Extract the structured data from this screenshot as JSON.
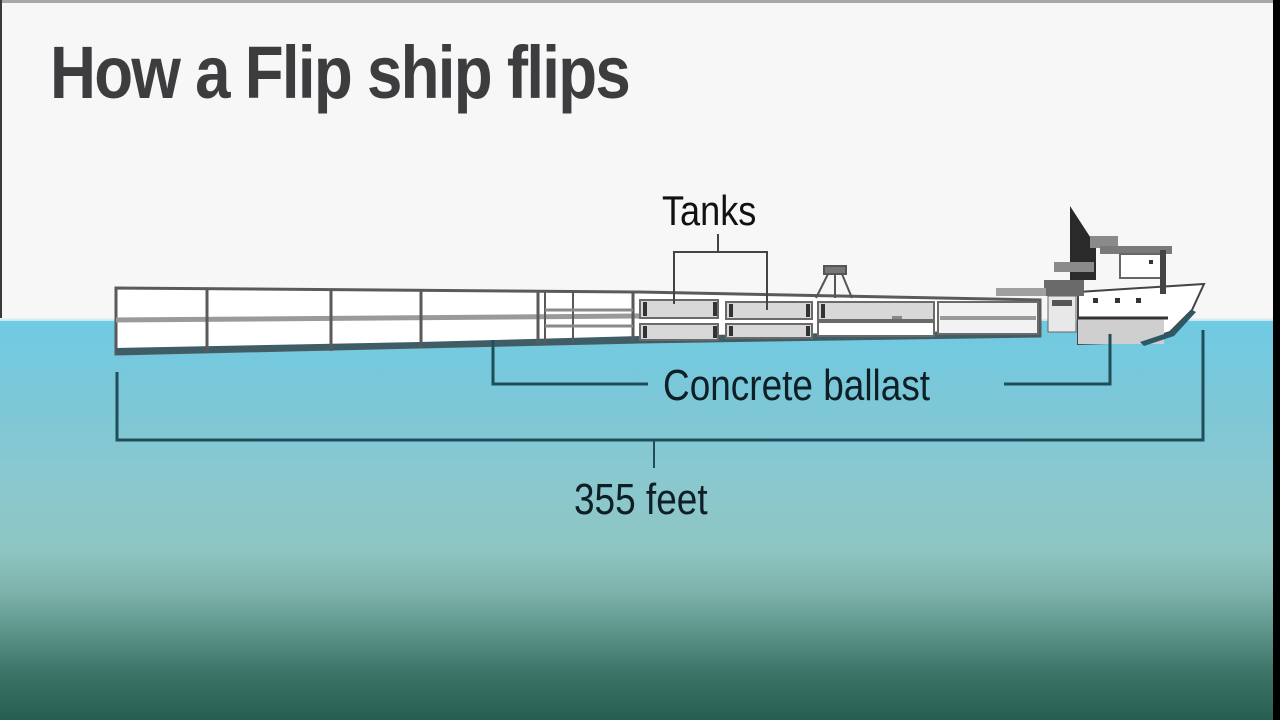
{
  "title": "How a Flip ship flips",
  "annotations": {
    "tanks": "Tanks",
    "concrete_ballast": "Concrete ballast",
    "length": "355 feet"
  },
  "colors": {
    "background": "#f7f7f7",
    "title_text": "#3d3d3f",
    "water_top": "#6fcbe3",
    "water_mid": "#8ec5c2",
    "water_bottom": "#275e52",
    "bracket_line": "#1f4e5a",
    "hull_outline": "#555555"
  },
  "icons": {
    "ship": "flip-ship-icon"
  }
}
